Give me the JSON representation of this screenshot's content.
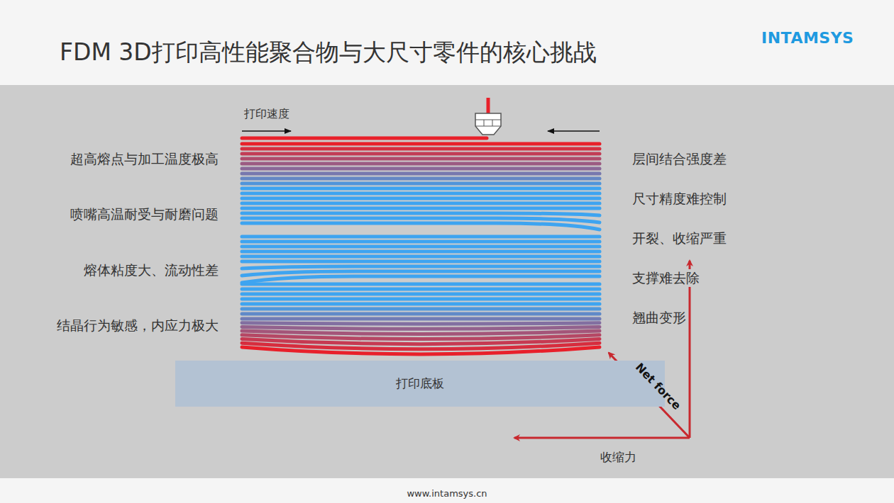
{
  "diagram": {
    "title": "FDM 3D打印高性能聚合物与大尺寸零件的核心挑战",
    "nodes": [
      {
        "text": [
          "打印底板"
        ]
      }
    ],
    "labels": [
      "打印速度",
      "超高熔点与加工温度极高",
      "喷嘴高温耐受与耐磨问题",
      "熔体粘度大、流动性差",
      "结晶行为敏感，内应力极大",
      "层间结合强度差",
      "尺寸精度难控制",
      "开裂、收缩严重",
      "支撑难去除",
      "翘曲变形",
      "Net force",
      "收缩力",
      "INTAMSYS",
      "www.intamsys.cn"
    ]
  }
}
